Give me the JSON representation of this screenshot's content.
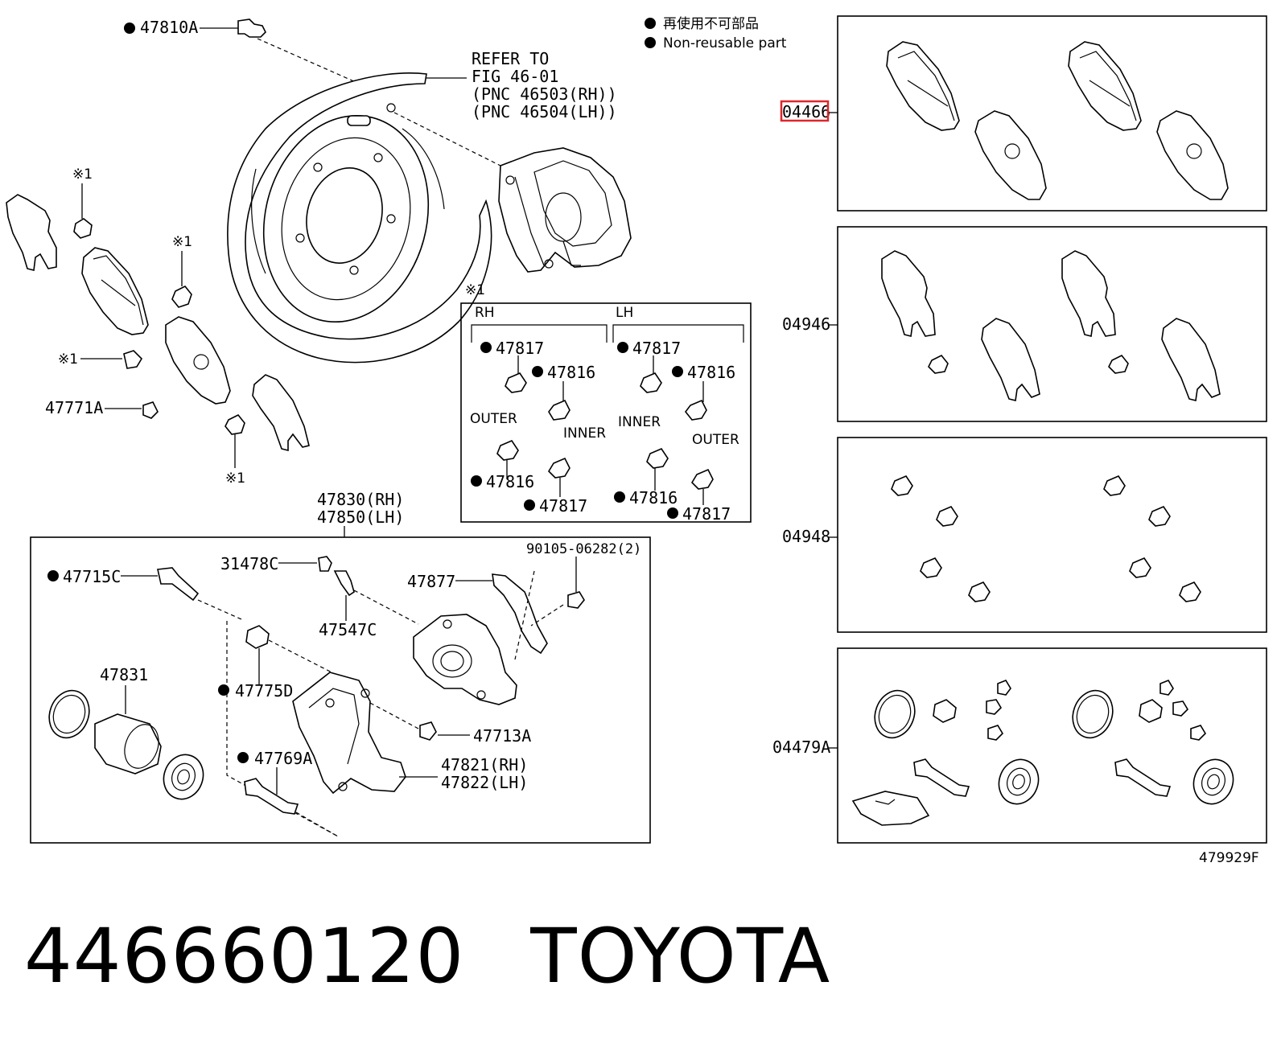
{
  "legend": {
    "jp": "再使用不可部品",
    "en": "Non-reusable part"
  },
  "refer": {
    "line1": "REFER TO",
    "line2": "FIG 46-01",
    "line3": "(PNC 46503(RH))",
    "line4": "(PNC 46504(LH))"
  },
  "marks": {
    "x1": "※1"
  },
  "labels": {
    "p47810A": "47810A",
    "p47771A": "47771A",
    "p47830": "47830(RH)",
    "p47850": "47850(LH)",
    "p47715C": "47715C",
    "p31478C": "31478C",
    "p47547C": "47547C",
    "p47877": "47877",
    "p90105": "90105-06282(2)",
    "p47831": "47831",
    "p47775D": "47775D",
    "p47713A": "47713A",
    "p47769A": "47769A",
    "p47821": "47821(RH)",
    "p47822": "47822(LH)"
  },
  "inset": {
    "rh": "RH",
    "lh": "LH",
    "outer": "OUTER",
    "inner": "INNER",
    "p47817": "47817",
    "p47816": "47816"
  },
  "kits": {
    "k04466": "04466",
    "k04946": "04946",
    "k04948": "04948",
    "k04479A": "04479A"
  },
  "figure_code": "479929F",
  "caption": {
    "part_number": "446660120",
    "brand": "TOYOTA"
  },
  "colors": {
    "highlight": "#e0262a"
  }
}
